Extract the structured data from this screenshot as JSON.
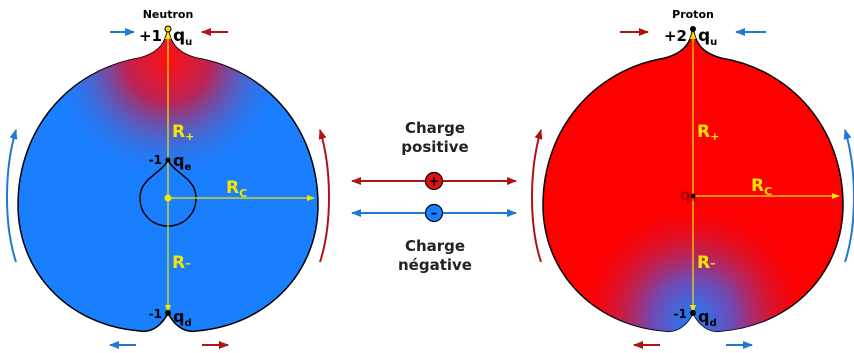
{
  "neutron": {
    "title": "Neutron",
    "top_charge": "+1",
    "top_quark": "q",
    "top_quark_sub": "u",
    "mid_charge": "-1",
    "mid_quark": "q",
    "mid_quark_sub": "e",
    "bottom_charge": "-1",
    "bottom_quark": "q",
    "bottom_quark_sub": "d",
    "r_plus": "R",
    "r_plus_sub": "+",
    "r_minus": "R",
    "r_minus_sub": "–",
    "r_c": "R",
    "r_c_sub": "C"
  },
  "proton": {
    "title": "Proton",
    "top_charge": "+2",
    "top_quark": "q",
    "top_quark_sub": "u",
    "center_quark": "q",
    "center_quark_sub": "+",
    "bottom_charge": "-1",
    "bottom_quark": "q",
    "bottom_quark_sub": "d",
    "r_plus": "R",
    "r_plus_sub": "+",
    "r_minus": "R",
    "r_minus_sub": "–",
    "r_c": "R",
    "r_c_sub": "C"
  },
  "legend": {
    "positive_line1": "Charge",
    "positive_line2": "positive",
    "negative_line1": "Charge",
    "negative_line2": "négative",
    "plus_symbol": "+",
    "minus_symbol": "–"
  },
  "colors": {
    "positive": "#ff0000",
    "negative": "#1a7fff",
    "dark_red": "#b01313",
    "blue_arrow": "#1f78d1",
    "label_yellow": "#f5e600"
  }
}
